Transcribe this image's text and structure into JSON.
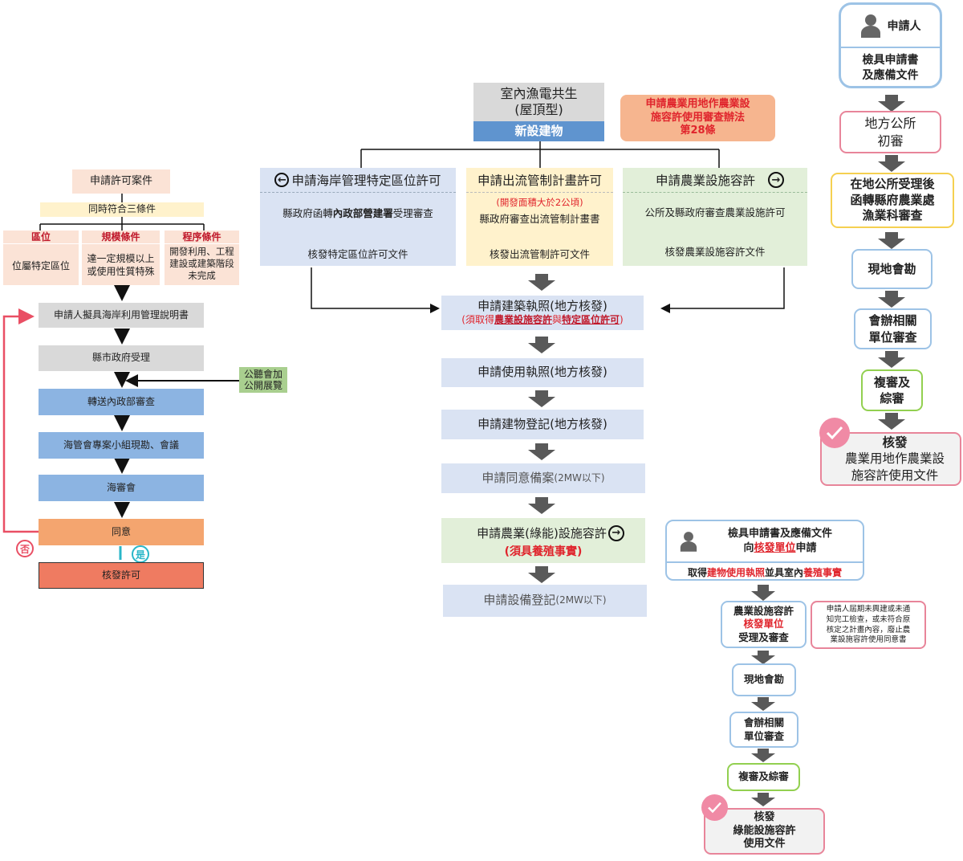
{
  "left": {
    "case_title": "申請許可案件",
    "three_conditions": "同時符合三條件",
    "cond_zone_head": "區位",
    "cond_zone_body": "位屬特定區位",
    "cond_scale_head": "規模條件",
    "cond_scale_body_1": "達一定規模以上",
    "cond_scale_body_2": "或使用性質特殊",
    "cond_proc_head": "程序條件",
    "cond_proc_body_1": "開發利用、工程",
    "cond_proc_body_2": "建設或建築階段",
    "cond_proc_body_3": "未完成",
    "step_prepare": "申請人擬具海岸利用管理說明書",
    "step_county": "縣市政府受理",
    "hearing_1": "公聽會加",
    "hearing_2": "公開展覽",
    "step_transfer": "轉送內政部審查",
    "step_team": "海管會專案小組現勘、會議",
    "step_committee": "海審會",
    "step_agree": "同意",
    "label_no": "否",
    "label_yes": "是",
    "step_issue": "核發許可"
  },
  "center": {
    "top_title_1": "室內漁電共生",
    "top_title_2": "(屋頂型)",
    "top_new_building": "新設建物",
    "regulation_1": "申請農業用地作農業設",
    "regulation_2": "施容許使用審查辦法",
    "regulation_3": "第28條",
    "col1_head": "申請海岸管理特定區位許可",
    "col1_body_pre": "縣政府函轉",
    "col1_body_bold": "內政部營建署",
    "col1_body_post": "受理審查",
    "col1_result": "核發特定區位許可文件",
    "col2_head": "申請出流管制計畫許可",
    "col2_note": "(開發面積大於2公頃)",
    "col2_body": "縣政府審查出流管制計畫書",
    "col2_result": "核發出流管制許可文件",
    "col3_head": "申請農業設施容許",
    "col3_body": "公所及縣政府審查農業設施許可",
    "col3_result": "核發農業設施容許文件",
    "build_permit": "申請建築執照(地方核發)",
    "build_req_pre": "(須取得",
    "build_req_a": "農業設施容許",
    "build_req_and": "與",
    "build_req_b": "特定區位許可",
    "build_req_post": ")",
    "use_permit": "申請使用執照(地方核發)",
    "registration": "申請建物登記(地方核發)",
    "record_main": "申請同意備案",
    "record_small": "(2MW以下)",
    "green_permit": "申請農業(綠能)設施容許",
    "green_req": "(須具養殖事實)",
    "equip_main": "申請設備登記",
    "equip_small": "(2MW以下)"
  },
  "right": {
    "applicant": "申請人",
    "docs_1": "檢具申請書",
    "docs_2": "及應備文件",
    "township_1": "地方公所",
    "township_2": "初審",
    "transfer_1": "在地公所受理後",
    "transfer_2": "函轉縣府農業處",
    "transfer_3": "漁業科審查",
    "site": "現地會勘",
    "joint_1": "會辦相關",
    "joint_2": "單位審查",
    "review_1": "複審及",
    "review_2": "綜審",
    "issue_1": "核發",
    "issue_2": "農業用地作農業設",
    "issue_3": "施容許使用文件"
  },
  "bottom_right": {
    "head_1": "檢具申請書及應備文件",
    "head_2_pre": "向",
    "head_2_red": "核發單位",
    "head_2_post": "申請",
    "head_3_pre": "取得",
    "head_3_a": "建物使用執照",
    "head_3_mid": "並具室內",
    "head_3_b": "養殖事實",
    "unit_1": "農業設施容許",
    "unit_2": "核發單位",
    "unit_3": "受理及審查",
    "warn_1": "申請人屆期未興建或未通",
    "warn_2": "知完工檢查，或未符合原",
    "warn_3": "核定之計畫內容，廢止農",
    "warn_4": "業設施容許使用同意書",
    "site": "現地會勘",
    "joint_1": "會辦相關",
    "joint_2": "單位審查",
    "review": "複審及綜審",
    "issue_1": "核發",
    "issue_2": "綠能設施容許",
    "issue_3": "使用文件"
  },
  "colors": {
    "peach": "#fbe3d6",
    "pale_yellow": "#fff2cc",
    "gray": "#d9d9d9",
    "blue": "#8cb4e2",
    "orange": "#f4a56f",
    "red_orange": "#ef7b61",
    "green_note": "#a9cf8f",
    "pale_blue": "#dae3f3",
    "pale_green": "#e2efd9",
    "pale_yellow2": "#fff2cc",
    "arrow_dark": "#595959",
    "arrow_blue": "#4a86d9",
    "back_red": "#e94f64"
  }
}
